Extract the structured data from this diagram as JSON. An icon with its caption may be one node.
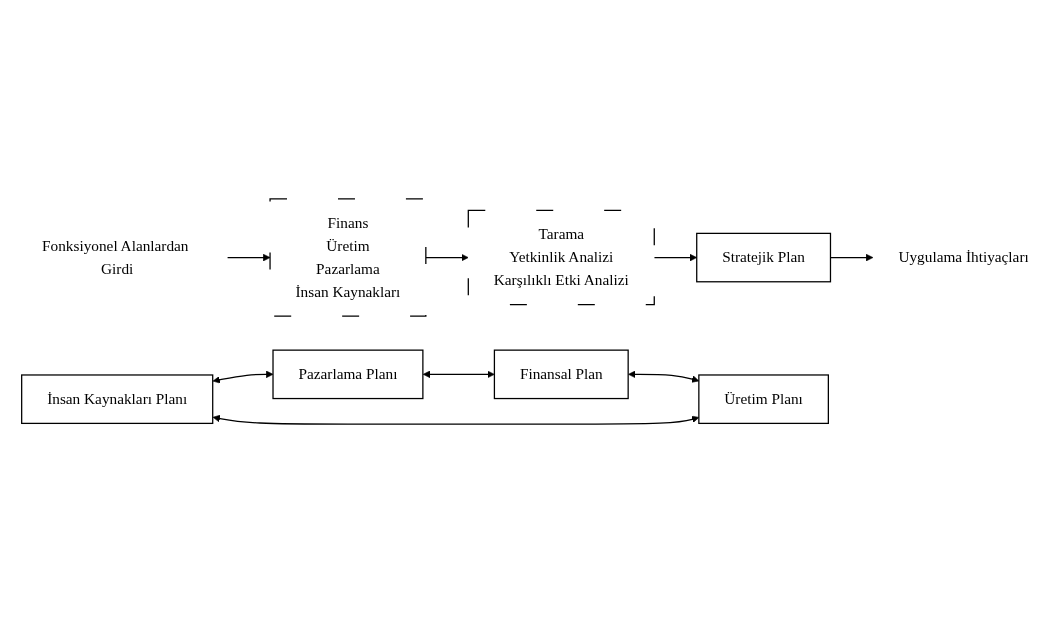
{
  "diagram": {
    "nodes": [
      {
        "text": [
          "Fonksiyonel Alanlardan Girdi"
        ]
      },
      {
        "text": [
          "Finans",
          "Üretim",
          "Pazarlama",
          "İnsan Kaynakları"
        ]
      },
      {
        "text": [
          "Tarama",
          "Yetkinlik Analizi",
          "Karşılıklı Etki Analizi"
        ]
      },
      {
        "text": [
          "Stratejik Plan"
        ]
      },
      {
        "text": [
          "Uygulama İhtiyaçları"
        ]
      },
      {
        "text": [
          "İnsan Kaynakları Planı"
        ]
      },
      {
        "text": [
          "Pazarlama Planı"
        ]
      },
      {
        "text": [
          "Finansal Plan"
        ]
      },
      {
        "text": [
          "Üretim Planı"
        ]
      }
    ],
    "edges": [
      {
        "from": 0,
        "to": 1,
        "arrow": "to"
      },
      {
        "from": 1,
        "to": 2,
        "arrow": "to"
      },
      {
        "from": 2,
        "to": 3,
        "arrow": "to"
      },
      {
        "from": 3,
        "to": 4,
        "arrow": "to"
      },
      {
        "from": 5,
        "to": 6,
        "arrow": "both"
      },
      {
        "from": 6,
        "to": 7,
        "arrow": "both"
      },
      {
        "from": 7,
        "to": 8,
        "arrow": "both"
      },
      {
        "from": 5,
        "to": 8,
        "arrow": "both"
      }
    ]
  }
}
